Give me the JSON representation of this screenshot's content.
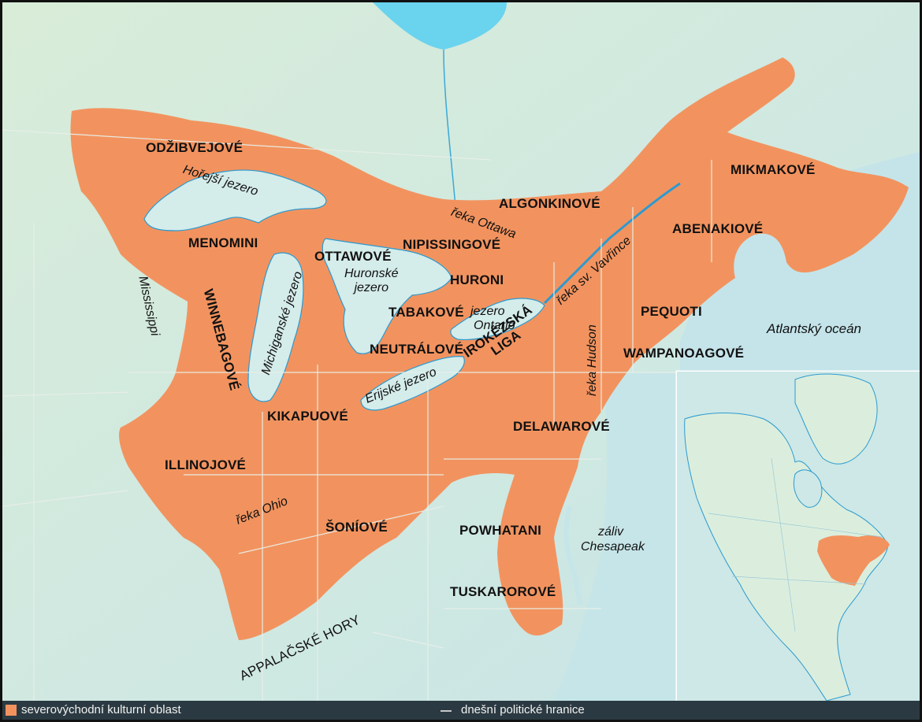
{
  "tribes": {
    "odzibvejove": "ODŽIBVEJOVÉ",
    "menomini": "MENOMINI",
    "ottawove": "OTTAWOVÉ",
    "nipissingove": "NIPISSINGOVÉ",
    "algonkinove": "ALGONKINOVÉ",
    "mikmakove": "MIKMAKOVÉ",
    "abenakiove": "ABENAKIOVÉ",
    "huroni": "HURONI",
    "tabakove": "TABAKOVÉ",
    "neutralove": "NEUTRÁLOVÉ",
    "pequoti": "PEQUOTI",
    "wampanoagove": "WAMPANOAGOVÉ",
    "irokezska": "IROKÉZSKÁ",
    "liga": "LIGA",
    "winnebagove": "WINNEBAGOVÉ",
    "kikapuove": "KIKAPUOVÉ",
    "delawarove": "DELAWAROVÉ",
    "illinojove": "ILLINOJOVÉ",
    "soniove": "ŠONÍOVÉ",
    "powhatani": "POWHATANI",
    "tuskarorove": "TUSKAROROVÉ",
    "appalacske_hory": "APPALAČSKÉ HORY"
  },
  "water": {
    "horejsi_jezero": "Hořejší jezero",
    "michiganske_jezero": "Michiganské jezero",
    "huronske": "Huronské",
    "huronske_jezero_word": "jezero",
    "ontario_jezero_word": "jezero",
    "ontario": "Ontario",
    "erijske_jezero": "Erijské jezero",
    "reka_ottawa": "řeka Ottawa",
    "reka_sv_vavrince": "řeka sv. Vavřince",
    "reka_hudson": "řeka Hudson",
    "mississippi": "Mississippi",
    "reka_ohio": "řeka Ohio",
    "zaliv": "záliv",
    "chesapeak": "Chesapeak",
    "atlantsky_ocean": "Atlantský oceán"
  },
  "legend": {
    "culture_area": "severovýchodní kulturní oblast",
    "borders": "dnešní politické hranice"
  },
  "colors": {
    "culture_area": "#f2935f",
    "land": "#d8ecd8",
    "water": "#d4ecea",
    "river": "#2c9ad0",
    "legend_bar": "#2b3a42"
  }
}
